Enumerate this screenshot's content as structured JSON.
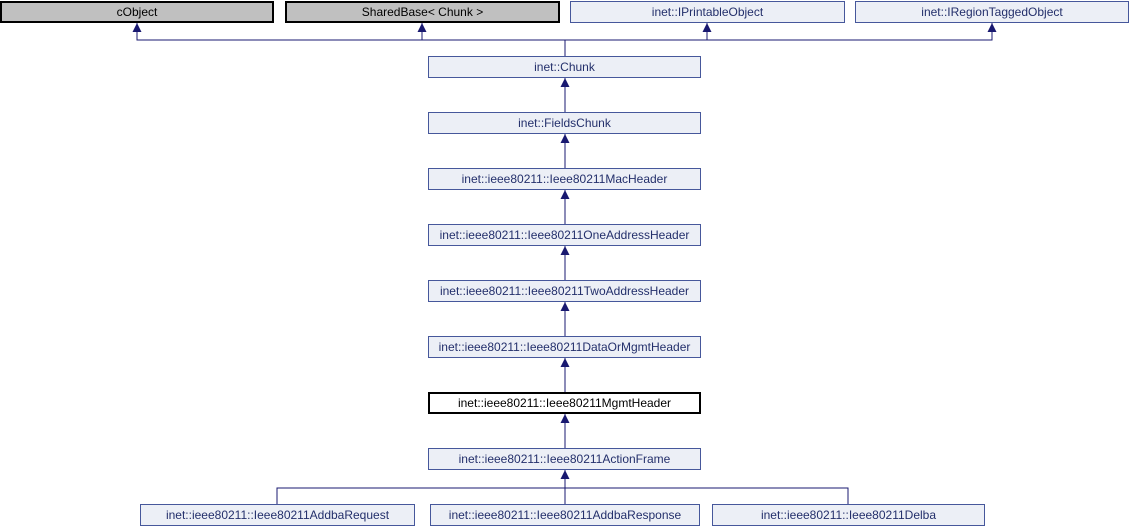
{
  "diagram": {
    "type": "class-inheritance-graph",
    "current_class": "inet::ieee80211::Ieee80211MgmtHeader",
    "edge_color": "#191970",
    "colors": {
      "external_fill": "#c0c0c0",
      "linked_fill": "#eceff6",
      "linked_border": "#46579b",
      "current_fill": "#ffffff"
    },
    "nodes": [
      {
        "id": "cobject",
        "label": "cObject",
        "kind": "external"
      },
      {
        "id": "sharedbase-chunk",
        "label": "SharedBase< Chunk >",
        "kind": "external"
      },
      {
        "id": "iprintableobject",
        "label": "inet::IPrintableObject",
        "kind": "linked"
      },
      {
        "id": "iregiontaggedobject",
        "label": "inet::IRegionTaggedObject",
        "kind": "linked"
      },
      {
        "id": "chunk",
        "label": "inet::Chunk",
        "kind": "linked"
      },
      {
        "id": "fieldschunk",
        "label": "inet::FieldsChunk",
        "kind": "linked"
      },
      {
        "id": "macheader",
        "label": "inet::ieee80211::Ieee80211MacHeader",
        "kind": "linked"
      },
      {
        "id": "oneaddressheader",
        "label": "inet::ieee80211::Ieee80211OneAddressHeader",
        "kind": "linked"
      },
      {
        "id": "twoaddressheader",
        "label": "inet::ieee80211::Ieee80211TwoAddressHeader",
        "kind": "linked"
      },
      {
        "id": "dataormgmtheader",
        "label": "inet::ieee80211::Ieee80211DataOrMgmtHeader",
        "kind": "linked"
      },
      {
        "id": "mgmtheader",
        "label": "inet::ieee80211::Ieee80211MgmtHeader",
        "kind": "current"
      },
      {
        "id": "actionframe",
        "label": "inet::ieee80211::Ieee80211ActionFrame",
        "kind": "linked"
      },
      {
        "id": "addbarequest",
        "label": "inet::ieee80211::Ieee80211AddbaRequest",
        "kind": "linked"
      },
      {
        "id": "addbaresponse",
        "label": "inet::ieee80211::Ieee80211AddbaResponse",
        "kind": "linked"
      },
      {
        "id": "delba",
        "label": "inet::ieee80211::Ieee80211Delba",
        "kind": "linked"
      }
    ],
    "edges": [
      {
        "from": "inet::Chunk",
        "to": "cObject"
      },
      {
        "from": "inet::Chunk",
        "to": "SharedBase< Chunk >"
      },
      {
        "from": "inet::Chunk",
        "to": "inet::IPrintableObject"
      },
      {
        "from": "inet::Chunk",
        "to": "inet::IRegionTaggedObject"
      },
      {
        "from": "inet::FieldsChunk",
        "to": "inet::Chunk"
      },
      {
        "from": "inet::ieee80211::Ieee80211MacHeader",
        "to": "inet::FieldsChunk"
      },
      {
        "from": "inet::ieee80211::Ieee80211OneAddressHeader",
        "to": "inet::ieee80211::Ieee80211MacHeader"
      },
      {
        "from": "inet::ieee80211::Ieee80211TwoAddressHeader",
        "to": "inet::ieee80211::Ieee80211OneAddressHeader"
      },
      {
        "from": "inet::ieee80211::Ieee80211DataOrMgmtHeader",
        "to": "inet::ieee80211::Ieee80211TwoAddressHeader"
      },
      {
        "from": "inet::ieee80211::Ieee80211MgmtHeader",
        "to": "inet::ieee80211::Ieee80211DataOrMgmtHeader"
      },
      {
        "from": "inet::ieee80211::Ieee80211ActionFrame",
        "to": "inet::ieee80211::Ieee80211MgmtHeader"
      },
      {
        "from": "inet::ieee80211::Ieee80211AddbaRequest",
        "to": "inet::ieee80211::Ieee80211ActionFrame"
      },
      {
        "from": "inet::ieee80211::Ieee80211AddbaResponse",
        "to": "inet::ieee80211::Ieee80211ActionFrame"
      },
      {
        "from": "inet::ieee80211::Ieee80211Delba",
        "to": "inet::ieee80211::Ieee80211ActionFrame"
      }
    ]
  }
}
